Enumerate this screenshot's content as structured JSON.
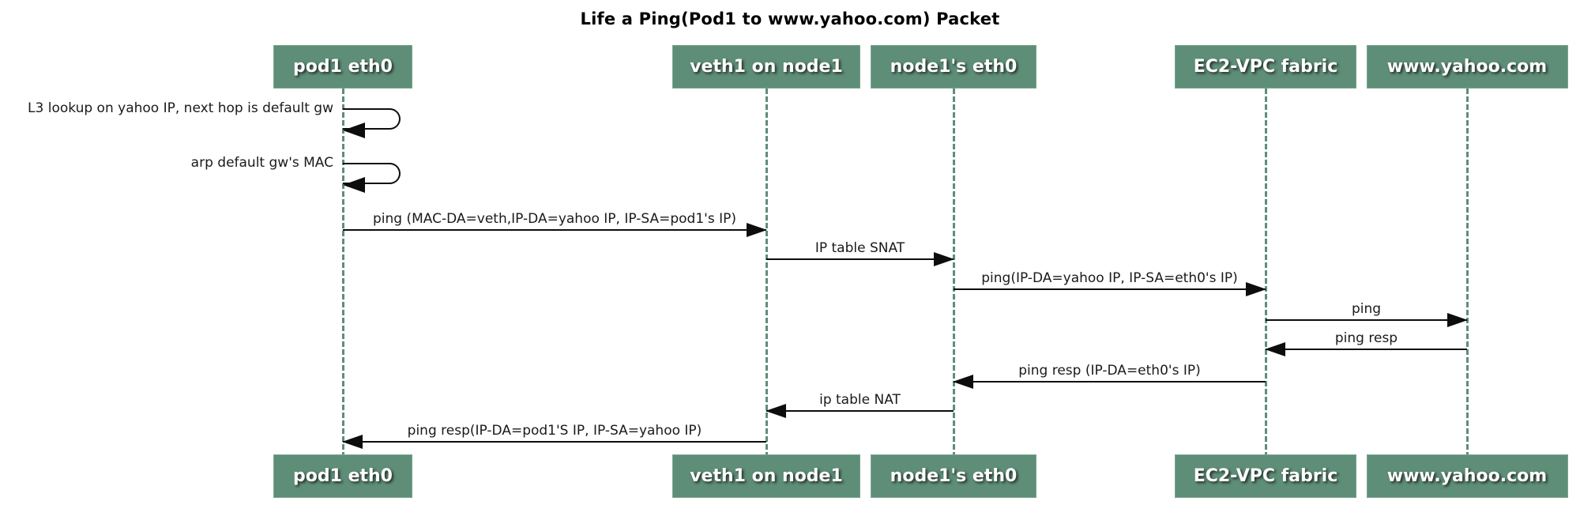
{
  "title": "Life a Ping(Pod1 to www.yahoo.com) Packet",
  "colors": {
    "background": "#ffffff",
    "actor_fill": "#5e8e77",
    "actor_border": "#7aa58e",
    "actor_text": "#ffffff",
    "lifeline": "#5e8e77",
    "arrow": "#0d0d0d",
    "label_text": "#1a1a1a"
  },
  "actors": [
    {
      "id": "pod1-eth0",
      "label": "pod1 eth0"
    },
    {
      "id": "veth1-on-node1",
      "label": "veth1 on node1"
    },
    {
      "id": "node1s-eth0",
      "label": "node1's eth0"
    },
    {
      "id": "ec2-vpc-fabric",
      "label": "EC2-VPC fabric"
    },
    {
      "id": "www-yahoo-com",
      "label": "www.yahoo.com"
    }
  ],
  "messages": [
    {
      "type": "self",
      "actor": "pod1-eth0",
      "label": "L3 lookup on yahoo IP, next hop is default gw"
    },
    {
      "type": "self",
      "actor": "pod1-eth0",
      "label": "arp default gw's MAC"
    },
    {
      "type": "arrow",
      "from": "pod1-eth0",
      "to": "veth1-on-node1",
      "label": "ping (MAC-DA=veth,IP-DA=yahoo IP, IP-SA=pod1's IP)"
    },
    {
      "type": "arrow",
      "from": "veth1-on-node1",
      "to": "node1s-eth0",
      "label": "IP table SNAT"
    },
    {
      "type": "arrow",
      "from": "node1s-eth0",
      "to": "ec2-vpc-fabric",
      "label": "ping(IP-DA=yahoo IP, IP-SA=eth0's IP)"
    },
    {
      "type": "arrow",
      "from": "ec2-vpc-fabric",
      "to": "www-yahoo-com",
      "label": "ping"
    },
    {
      "type": "arrow",
      "from": "www-yahoo-com",
      "to": "ec2-vpc-fabric",
      "label": "ping resp"
    },
    {
      "type": "arrow",
      "from": "ec2-vpc-fabric",
      "to": "node1s-eth0",
      "label": "ping resp (IP-DA=eth0's IP)"
    },
    {
      "type": "arrow",
      "from": "node1s-eth0",
      "to": "veth1-on-node1",
      "label": "ip table NAT"
    },
    {
      "type": "arrow",
      "from": "veth1-on-node1",
      "to": "pod1-eth0",
      "label": "ping resp(IP-DA=pod1'S IP, IP-SA=yahoo IP)"
    }
  ]
}
